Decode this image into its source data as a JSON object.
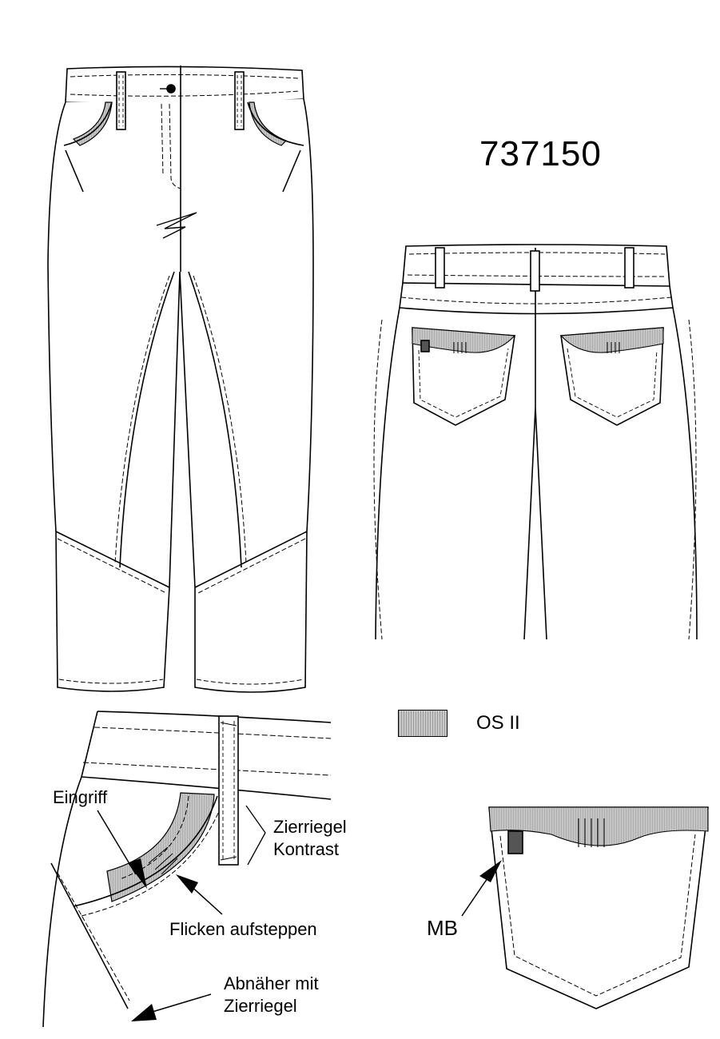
{
  "style_number": "737150",
  "legend": {
    "swatch_label": "OS II",
    "swatch_color": "#b4b4b4"
  },
  "callouts": {
    "eingriff": "Eingriff",
    "zierriegel_line1": "Zierriegel",
    "zierriegel_line2": "Kontrast",
    "flicken": "Flicken aufsteppen",
    "abnaeher_line1": "Abnäher mit",
    "abnaeher_line2": "Zierriegel",
    "mb": "MB"
  },
  "colors": {
    "line": "#000000",
    "contrast_fill": "#c8c8c8",
    "label_fill": "#555555"
  }
}
